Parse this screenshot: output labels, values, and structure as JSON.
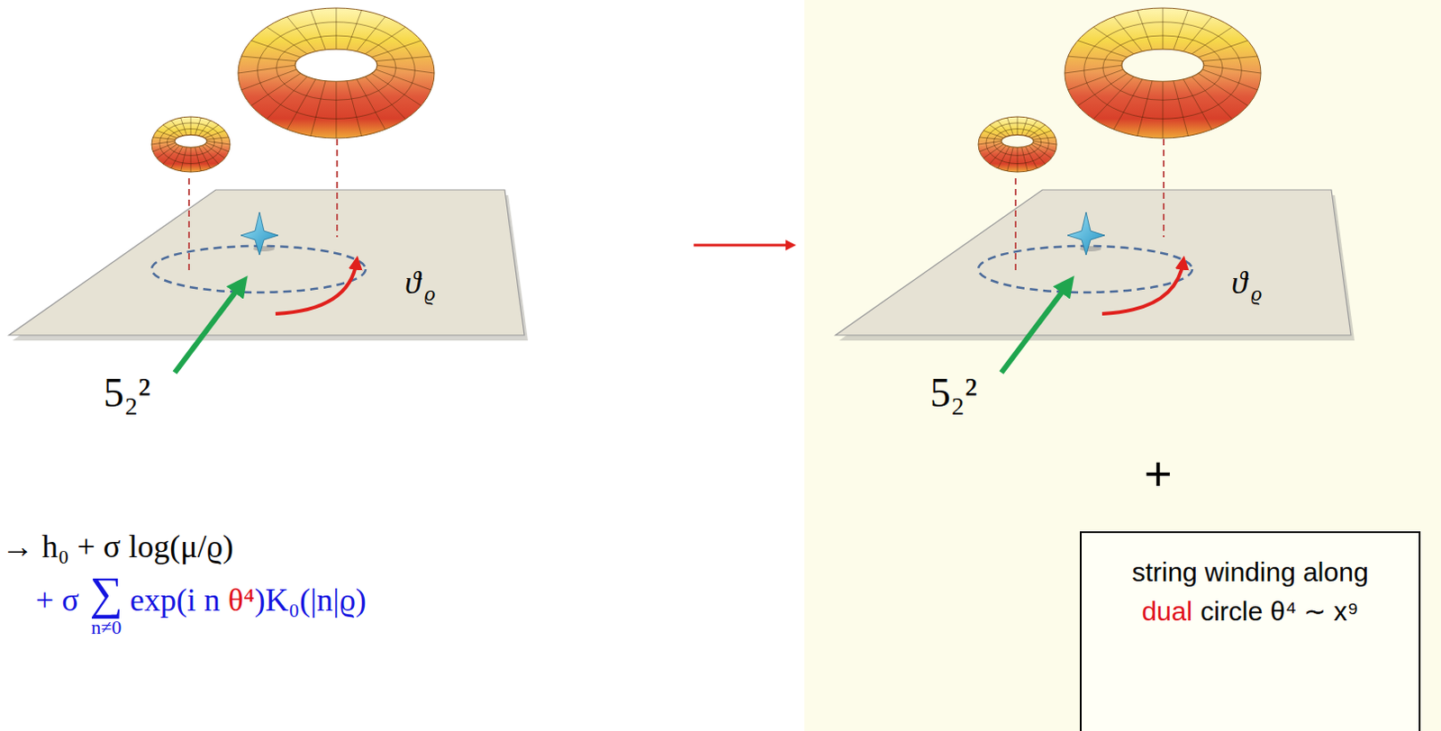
{
  "diagram": {
    "nodes": [
      {
        "text": [
          "string winding along",
          "dual",
          "circle θ⁴ ∼ x⁹"
        ]
      }
    ],
    "labels": [
      "5₂²",
      "ϑ",
      "ϱ",
      "5₂²",
      "ϑ",
      "ϱ",
      "→ h₀ + σ log(μ/ϱ)",
      "+ σ",
      "∑",
      "n≠0",
      "exp(i n",
      "θ⁴",
      ")K₀(|n|ϱ)",
      "+"
    ]
  }
}
